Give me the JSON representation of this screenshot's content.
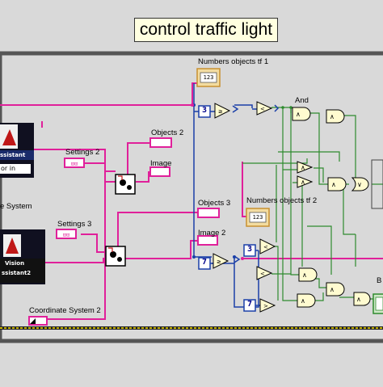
{
  "title": "control traffic light",
  "labels": {
    "numbers_tf1": "Numbers objects tf 1",
    "numbers_tf2": "Numbers objects tf 2",
    "objects2": "Objects 2",
    "objects3": "Objects 3",
    "image": "Image",
    "image2": "Image 2",
    "settings2": "Settings 2",
    "settings3": "Settings 3",
    "and": "And",
    "coord_system": "e System",
    "coord_system2": "Coordinate System 2",
    "b_partial": "B"
  },
  "constants": {
    "c3a": "3",
    "c7a": "7",
    "c3b": "3",
    "c7b": "7"
  },
  "indicator_text": "123",
  "vision_block_top": {
    "line1": "ssistant",
    "line2": "or in"
  },
  "vision_block_bottom": {
    "line1": "Vision",
    "line2": "ssistant2"
  },
  "colors": {
    "background": "#d9d9d9",
    "wire_pink": "#e0209a",
    "wire_blue": "#1a3fa8",
    "wire_green": "#2e8b2e",
    "wire_yellow": "#c8b400",
    "frame": "#555555",
    "title_bg": "#ffffe0"
  }
}
